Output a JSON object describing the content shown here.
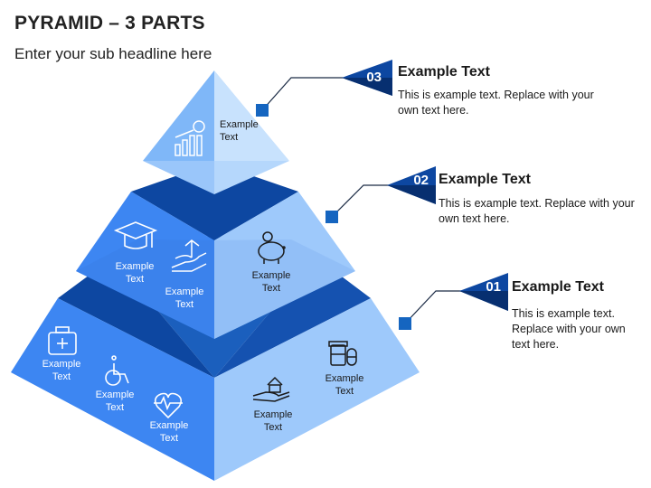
{
  "header": {
    "title": "PYRAMID – 3 PARTS",
    "subtitle": "Enter your sub headline here"
  },
  "pyramid": {
    "top_label": "Example\nText",
    "middle_labels": [
      "Example\nText",
      "Example\nText",
      "Example\nText"
    ],
    "bottom_labels": [
      "Example\nText",
      "Example\nText",
      "Example\nText",
      "Example\nText",
      "Example\nText"
    ]
  },
  "callouts": [
    {
      "number": "03",
      "heading": "Example Text",
      "body": "This is example text. Replace with your own text here."
    },
    {
      "number": "02",
      "heading": "Example Text",
      "body": "This is example text. Replace with your own text here."
    },
    {
      "number": "01",
      "heading": "Example Text",
      "body": "This is example text. Replace with your own text here."
    }
  ],
  "icons": [
    "growth-chart-icon",
    "graduation-cap-icon",
    "hand-plant-icon",
    "piggy-bank-icon",
    "first-aid-kit-icon",
    "wheelchair-icon",
    "heart-pulse-icon",
    "hand-house-icon",
    "medicine-icon"
  ],
  "colors": {
    "tier_left": "#3d86f2",
    "tier_right": "#9ec9fb",
    "tier_top_face": "#1b5fbd",
    "apex_left": "#7fb7f8",
    "apex_right": "#c8e2fd",
    "dark_blue": "#0b3f8c",
    "callout_square": "#1565c0"
  }
}
